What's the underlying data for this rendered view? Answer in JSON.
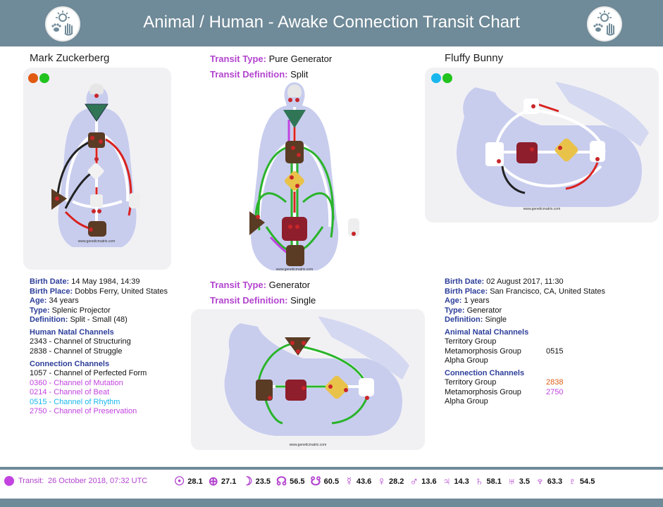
{
  "header": {
    "title": "Animal / Human - Awake Connection Transit Chart"
  },
  "colors": {
    "header_bg": "#6f8a98",
    "label_blue": "#2d3e9a",
    "transit_purple": "#b344cf",
    "orange": "#e05a12",
    "green": "#22c31e",
    "cyan": "#1ab7ee",
    "red_channel": "#d9221f",
    "green_channel": "#2ab42a"
  },
  "person": {
    "name": "Mark Zuckerberg",
    "birth_date_label": "Birth Date:",
    "birth_date": "14 May 1984, 14:39",
    "birth_place_label": "Birth Place:",
    "birth_place": "Dobbs Ferry, United States",
    "age_label": "Age:",
    "age": "34 years",
    "type_label": "Type:",
    "type": "Splenic Projector",
    "definition_label": "Definition:",
    "definition": "Split - Small (48)",
    "natal_channels_title": "Human Natal Channels",
    "natal_channels": [
      "2343 - Channel of Structuring",
      "2838 - Channel of Struggle"
    ],
    "connection_title": "Connection Channels",
    "connection_channels": [
      {
        "text": "1057 - Channel of Perfected Form",
        "color": "#111111"
      },
      {
        "text": "0360 - Channel of Mutation",
        "color": "#c243e0"
      },
      {
        "text": "0214 - Channel of Beat",
        "color": "#c243e0"
      },
      {
        "text": "0515 - Channel of Rhythm",
        "color": "#1ab7ee"
      },
      {
        "text": "2750 - Channel of Preservation",
        "color": "#c243e0"
      }
    ]
  },
  "animal": {
    "name": "Fluffy Bunny",
    "birth_date_label": "Birth Date:",
    "birth_date": "02 August 2017, 11:30",
    "birth_place_label": "Birth Place:",
    "birth_place": "San Francisco, CA, United States",
    "age_label": "Age:",
    "age": "1 years",
    "type_label": "Type:",
    "type": "Generator",
    "definition_label": "Definition:",
    "definition": "Single",
    "natal_channels_title": "Animal Natal Channels",
    "natal_groups": [
      {
        "name": "Territory Group",
        "code": ""
      },
      {
        "name": "Metamorphosis Group",
        "code": "0515"
      },
      {
        "name": "Alpha Group",
        "code": ""
      }
    ],
    "connection_title": "Connection Channels",
    "connection_groups": [
      {
        "name": "Territory Group",
        "code": "2838"
      },
      {
        "name": "Metamorphosis Group",
        "code": "2750"
      },
      {
        "name": "Alpha Group",
        "code": ""
      }
    ]
  },
  "transit_human": {
    "type_label": "Transit Type:",
    "type": "Pure Generator",
    "definition_label": "Transit Definition:",
    "definition": "Split"
  },
  "transit_animal": {
    "type_label": "Transit Type:",
    "type": "Generator",
    "definition_label": "Transit Definition:",
    "definition": "Single"
  },
  "bodygraph_labels": {
    "watermark": "www.geneticmatrix.com"
  },
  "transit_bar": {
    "label": "Transit:",
    "date": "26 October 2018, 07:32 UTC",
    "planets": [
      {
        "glyph": "☉",
        "value": "28.1",
        "icon": "sun-icon"
      },
      {
        "glyph": "⊕",
        "value": "27.1",
        "icon": "earth-icon"
      },
      {
        "glyph": "☽",
        "value": "23.5",
        "icon": "moon-icon"
      },
      {
        "glyph": "☊",
        "value": "56.5",
        "icon": "north-node-icon"
      },
      {
        "glyph": "☋",
        "value": "60.5",
        "icon": "south-node-icon"
      },
      {
        "glyph": "☿",
        "value": "43.6",
        "icon": "mercury-icon"
      },
      {
        "glyph": "♀",
        "value": "28.2",
        "icon": "venus-icon"
      },
      {
        "glyph": "♂",
        "value": "13.6",
        "icon": "mars-icon"
      },
      {
        "glyph": "♃",
        "value": "14.3",
        "icon": "jupiter-icon"
      },
      {
        "glyph": "♄",
        "value": "58.1",
        "icon": "saturn-icon"
      },
      {
        "glyph": "♅",
        "value": "3.5",
        "icon": "uranus-icon"
      },
      {
        "glyph": "♆",
        "value": "63.3",
        "icon": "neptune-icon"
      },
      {
        "glyph": "♇",
        "value": "54.5",
        "icon": "pluto-icon"
      }
    ]
  }
}
